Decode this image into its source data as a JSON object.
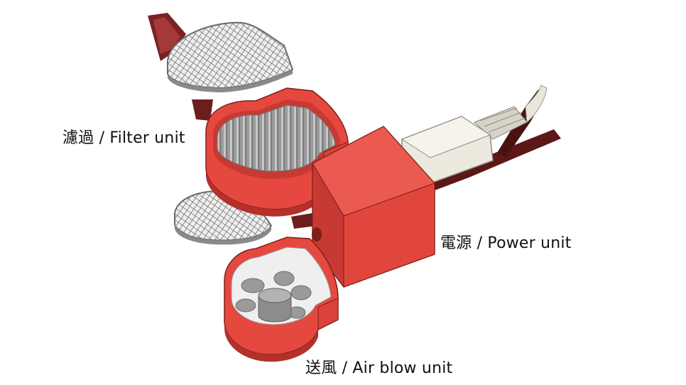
{
  "labels": {
    "filter_unit": "濾過 / Filter unit",
    "power_unit": "電源 / Power unit",
    "air_blow_unit": "送風 / Air blow unit"
  },
  "colors": {
    "background": "#ffffff",
    "unit_red": "#e5483f",
    "unit_red_dark": "#b5302a",
    "frame_dark_red": "#6e1d1d",
    "mesh_grey": "#8c8c8c",
    "fan_grey": "#9a9a9a",
    "plug_cream": "#ece9df"
  },
  "icons": {
    "filter_unit": "filter-cup-icon",
    "power_unit": "power-box-icon",
    "air_blow_unit": "fan-cup-icon",
    "mesh": "mesh-grid-icon"
  }
}
